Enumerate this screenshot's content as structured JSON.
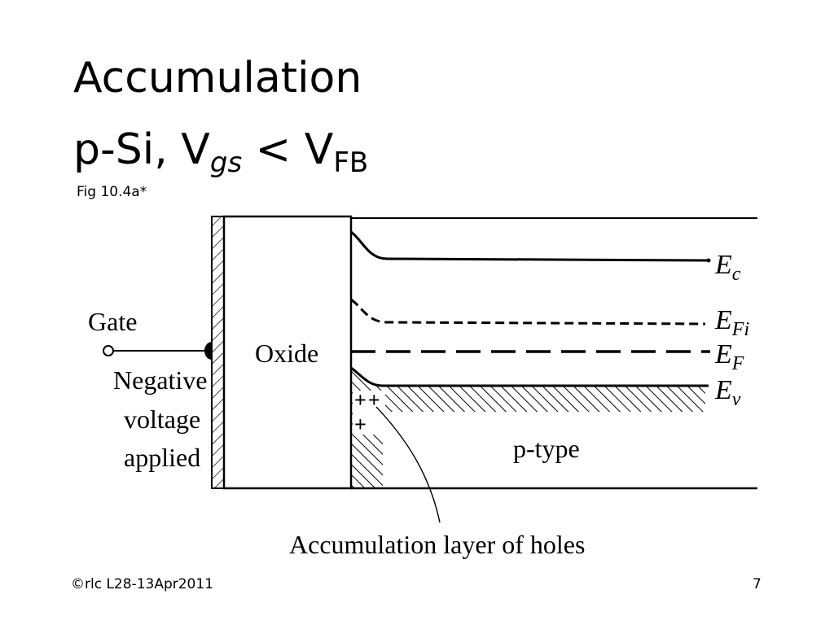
{
  "slide": {
    "title": "Accumulation",
    "subtitle": {
      "prefix": "p-Si, V",
      "sub1": "gs",
      "middle": " < V",
      "sub2": "FB"
    },
    "figure_ref": "Fig 10.4a*",
    "footer": "©rlc L28-13Apr2011",
    "page_number": "7"
  },
  "diagram": {
    "gate_label": "Gate",
    "voltage_note": [
      "Negative",
      "voltage",
      "applied"
    ],
    "oxide_label": "Oxide",
    "region_label": "p-type",
    "accumulation_label": "Accumulation layer of holes",
    "charges": [
      "++",
      "+"
    ],
    "levels": [
      {
        "symbol": "E",
        "sub": "c"
      },
      {
        "symbol": "E",
        "sub": "Fi"
      },
      {
        "symbol": "E",
        "sub": "F"
      },
      {
        "symbol": "E",
        "sub": "v"
      }
    ]
  }
}
